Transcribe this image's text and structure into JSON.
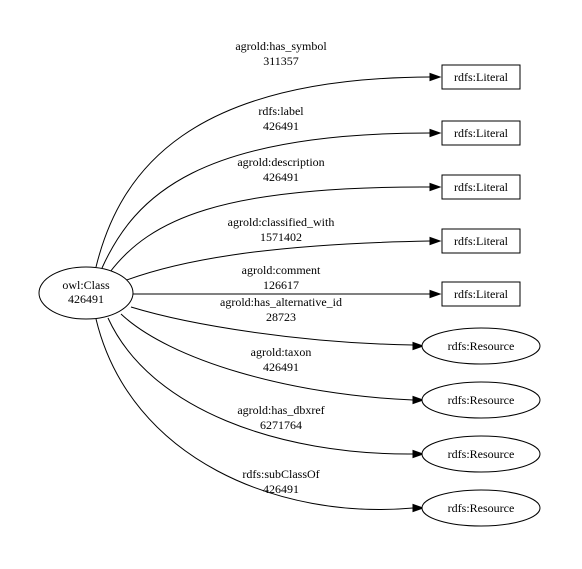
{
  "source": {
    "label": "owl:Class",
    "count": "426491"
  },
  "edges": [
    {
      "property": "agrold:has_symbol",
      "count": "311357",
      "target": "rdfs:Literal",
      "target_shape": "box"
    },
    {
      "property": "rdfs:label",
      "count": "426491",
      "target": "rdfs:Literal",
      "target_shape": "box"
    },
    {
      "property": "agrold:description",
      "count": "426491",
      "target": "rdfs:Literal",
      "target_shape": "box"
    },
    {
      "property": "agrold:classified_with",
      "count": "1571402",
      "target": "rdfs:Literal",
      "target_shape": "box"
    },
    {
      "property": "agrold:comment",
      "count": "126617",
      "target": "rdfs:Literal",
      "target_shape": "box"
    },
    {
      "property": "agrold:has_alternative_id",
      "count": "28723",
      "target": "rdfs:Resource",
      "target_shape": "ellipse"
    },
    {
      "property": "agrold:taxon",
      "count": "426491",
      "target": "rdfs:Resource",
      "target_shape": "ellipse"
    },
    {
      "property": "agrold:has_dbxref",
      "count": "6271764",
      "target": "rdfs:Resource",
      "target_shape": "ellipse"
    },
    {
      "property": "rdfs:subClassOf",
      "count": "426491",
      "target": "rdfs:Resource",
      "target_shape": "ellipse"
    }
  ]
}
